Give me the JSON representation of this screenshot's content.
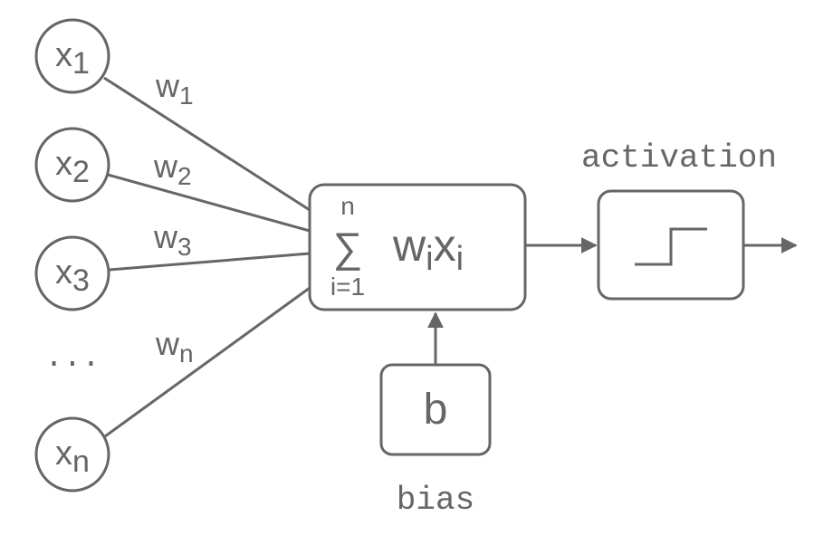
{
  "diagram": {
    "inputs": [
      {
        "var": "x",
        "sub": "1"
      },
      {
        "var": "x",
        "sub": "2"
      },
      {
        "var": "x",
        "sub": "3"
      },
      {
        "var": "x",
        "sub": "n"
      }
    ],
    "ellipsis": "...",
    "weights": [
      {
        "var": "w",
        "sub": "1"
      },
      {
        "var": "w",
        "sub": "2"
      },
      {
        "var": "w",
        "sub": "3"
      },
      {
        "var": "w",
        "sub": "n"
      }
    ],
    "sum": {
      "sigma": "∑",
      "upper": "n",
      "lower": "i=1",
      "term1": "w",
      "term1_sub": "i",
      "term2": "x",
      "term2_sub": "i"
    },
    "activation_label": "activation",
    "bias_symbol": "b",
    "bias_label": "bias",
    "colors": {
      "stroke": "#666666",
      "text": "#666666",
      "background": "#ffffff"
    },
    "icons": {
      "activation": "step-function-icon"
    }
  }
}
